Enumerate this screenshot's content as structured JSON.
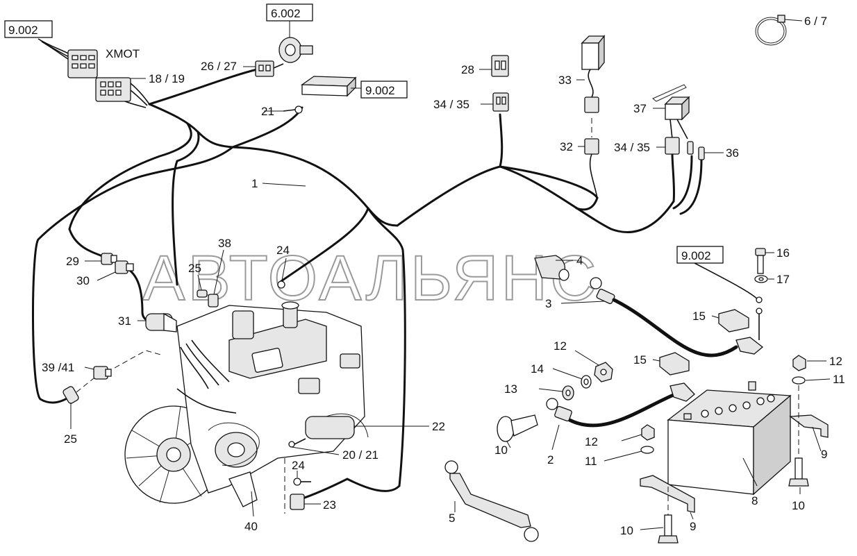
{
  "watermark": "АВТОАЛЬЯНС",
  "ref_boxes": {
    "ref_top_left": "9.002",
    "ref_top_center": "6.002",
    "ref_module": "9.002",
    "ref_battery": "9.002"
  },
  "labels": {
    "xmot": "XMOT",
    "l_6_7": "6 / 7",
    "l_18_19": "18 / 19",
    "l_26_27": "26 / 27",
    "l_21": "21",
    "l_28": "28",
    "l_34_35_a": "34 / 35",
    "l_33": "33",
    "l_37": "37",
    "l_32": "32",
    "l_34_35_b": "34 / 35",
    "l_36": "36",
    "l_1": "1",
    "l_38": "38",
    "l_24_a": "24",
    "l_29": "29",
    "l_30": "30",
    "l_25_a": "25",
    "l_31": "31",
    "l_39_41": "39 /41",
    "l_25_b": "25",
    "l_4": "4",
    "l_3": "3",
    "l_16": "16",
    "l_17": "17",
    "l_15_a": "15",
    "l_15_b": "15",
    "l_12_a": "12",
    "l_14": "14",
    "l_13": "13",
    "l_10_a": "10",
    "l_2": "2",
    "l_12_b": "12",
    "l_11_a": "11",
    "l_12_c": "12",
    "l_11_b": "11",
    "l_9_a": "9",
    "l_8": "8",
    "l_10_b": "10",
    "l_9_b": "9",
    "l_10_c": "10",
    "l_22": "22",
    "l_20_21": "20 / 21",
    "l_24_b": "24",
    "l_23": "23",
    "l_40": "40",
    "l_5": "5"
  }
}
